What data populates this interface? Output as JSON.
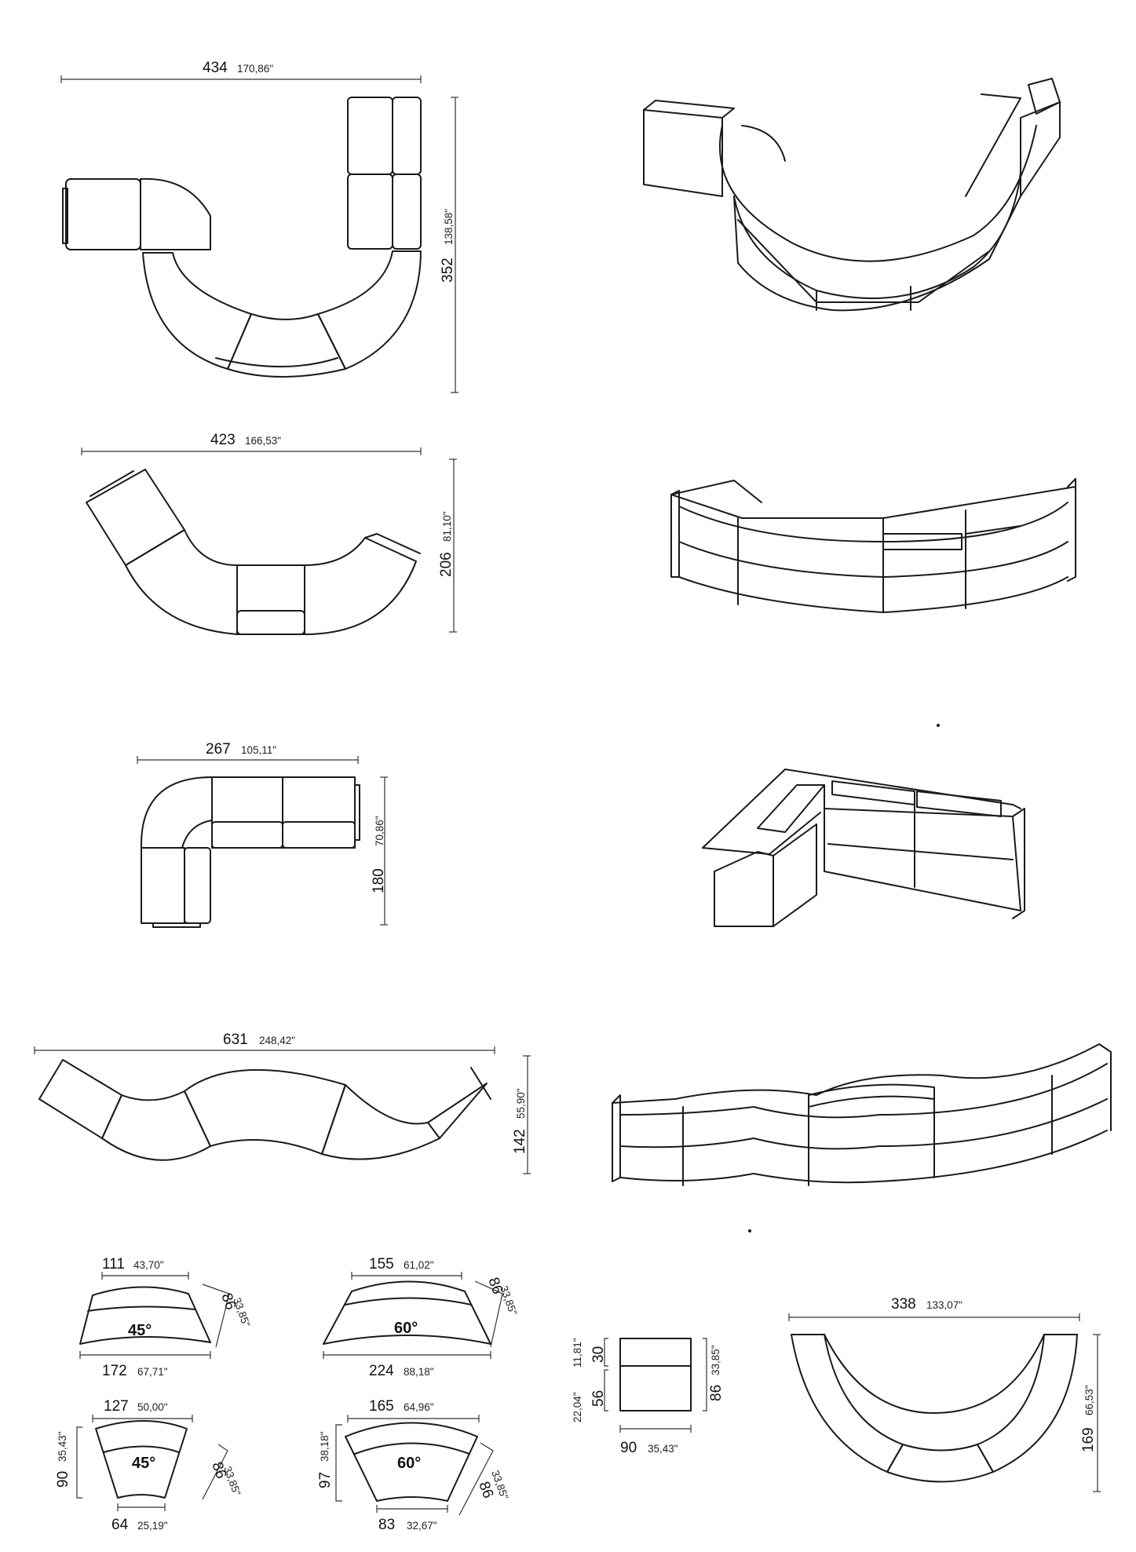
{
  "diagram_1": {
    "w_cm": "434",
    "w_in": "170,86\"",
    "h_cm": "352",
    "h_in": "138,58\""
  },
  "diagram_2": {
    "w_cm": "423",
    "w_in": "166,53\"",
    "h_cm": "206",
    "h_in": "81,10\""
  },
  "diagram_3": {
    "w_cm": "267",
    "w_in": "105,11\"",
    "h_cm": "180",
    "h_in": "70,86\""
  },
  "diagram_4": {
    "w_cm": "631",
    "w_in": "248,42\"",
    "h_cm": "142",
    "h_in": "55,90\""
  },
  "module_45_large": {
    "top_cm": "111",
    "top_in": "43,70\"",
    "bottom_cm": "172",
    "bottom_in": "67,71\"",
    "depth_cm": "86",
    "depth_in": "33,85\"",
    "angle": "45°"
  },
  "module_60_large": {
    "top_cm": "155",
    "top_in": "61,02\"",
    "bottom_cm": "224",
    "bottom_in": "88,18\"",
    "depth_cm": "86",
    "depth_in": "33,85\"",
    "angle": "60°"
  },
  "module_45_small": {
    "top_cm": "127",
    "top_in": "50,00\"",
    "bottom_cm": "64",
    "bottom_in": "25,19\"",
    "height_cm": "90",
    "height_in": "35,43\"",
    "depth_cm": "86",
    "depth_in": "33,85\"",
    "angle": "45°"
  },
  "module_60_small": {
    "top_cm": "165",
    "top_in": "64,96\"",
    "bottom_cm": "83",
    "bottom_in": "32,67\"",
    "height_cm": "97",
    "height_in": "38,18\"",
    "depth_cm": "86",
    "depth_in": "33,85\"",
    "angle": "60°"
  },
  "module_square": {
    "w_cm": "90",
    "w_in": "35,43\"",
    "d_cm": "86",
    "d_in": "33,85\"",
    "h1_cm": "30",
    "h1_in": "11,81\"",
    "h2_cm": "56",
    "h2_in": "22,04\""
  },
  "diagram_semicircle": {
    "w_cm": "338",
    "w_in": "133,07\"",
    "h_cm": "169",
    "h_in": "66,53\""
  }
}
